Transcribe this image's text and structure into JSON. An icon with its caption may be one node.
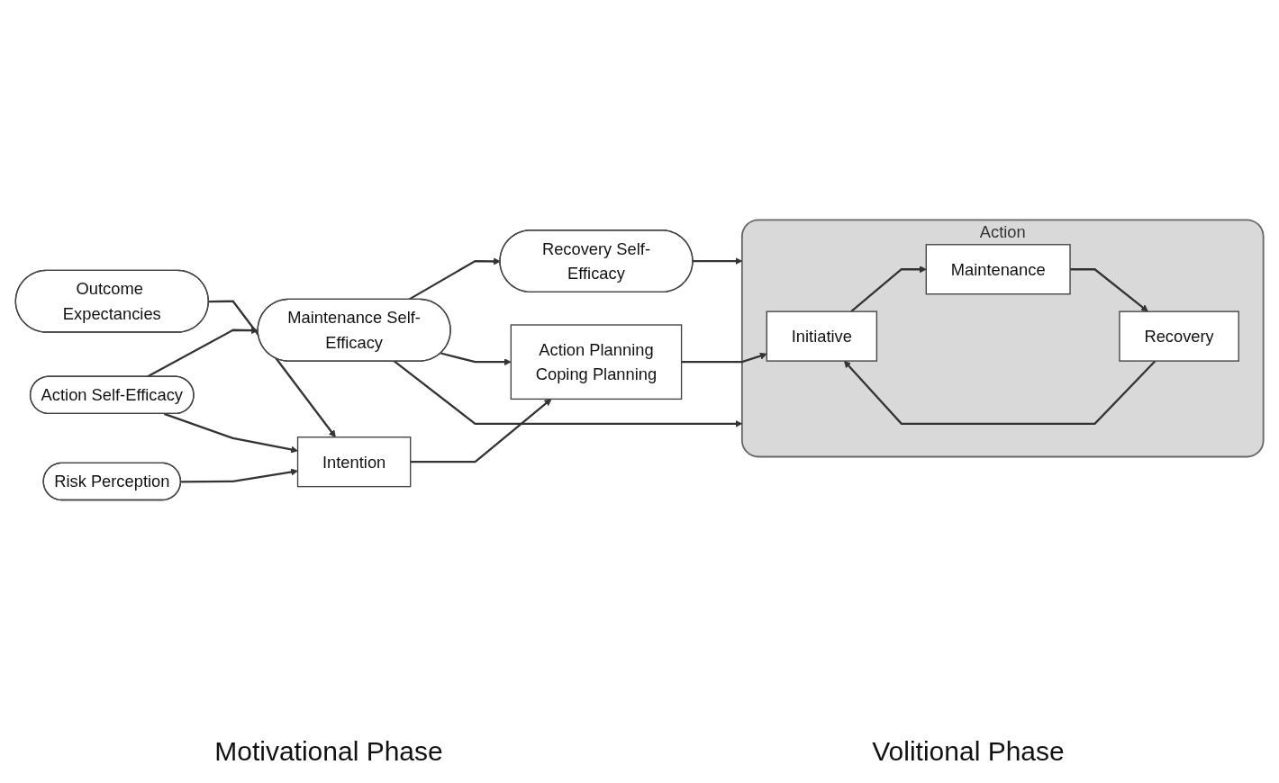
{
  "diagram": {
    "nodes": [
      {
        "text": [
          "Action Self-Efficacy"
        ]
      },
      {
        "text": [
          "Maintenance Self-Efficacy"
        ]
      },
      {
        "text": [
          "Recovery Self-Efficacy"
        ]
      },
      {
        "text": [
          "Outcome Expectancies"
        ]
      },
      {
        "text": [
          "Intention"
        ]
      },
      {
        "text": [
          "Action Planning",
          "Coping Planning"
        ]
      },
      {
        "text": [
          "Action"
        ]
      },
      {
        "text": [
          "Initiative"
        ],
        "in": 6
      },
      {
        "text": [
          "Maintenance"
        ],
        "in": 6
      },
      {
        "text": [
          "Recovery"
        ],
        "in": 6
      },
      {
        "text": [
          "Risk Perception"
        ]
      }
    ],
    "edges": [
      {
        "from": 0,
        "to": 1,
        "arrow": "to"
      },
      {
        "from": 0,
        "to": 4,
        "arrow": "to"
      },
      {
        "from": 1,
        "to": 2,
        "arrow": "to"
      },
      {
        "from": 1,
        "to": 5,
        "arrow": "to"
      },
      {
        "from": 1,
        "to": 6,
        "arrow": "to"
      },
      {
        "from": 2,
        "to": 6,
        "arrow": "to"
      },
      {
        "from": 3,
        "to": 4,
        "arrow": "to"
      },
      {
        "from": 4,
        "to": 5,
        "arrow": "to"
      },
      {
        "from": 5,
        "to": 7,
        "arrow": "to"
      },
      {
        "from": 7,
        "to": 8,
        "arrow": "to"
      },
      {
        "from": 8,
        "to": 9,
        "arrow": "to"
      },
      {
        "from": 9,
        "to": 7,
        "arrow": "to"
      },
      {
        "from": 10,
        "to": 4,
        "arrow": "to"
      }
    ],
    "labels": [
      "Motivational Phase",
      "Volitional Phase"
    ]
  }
}
